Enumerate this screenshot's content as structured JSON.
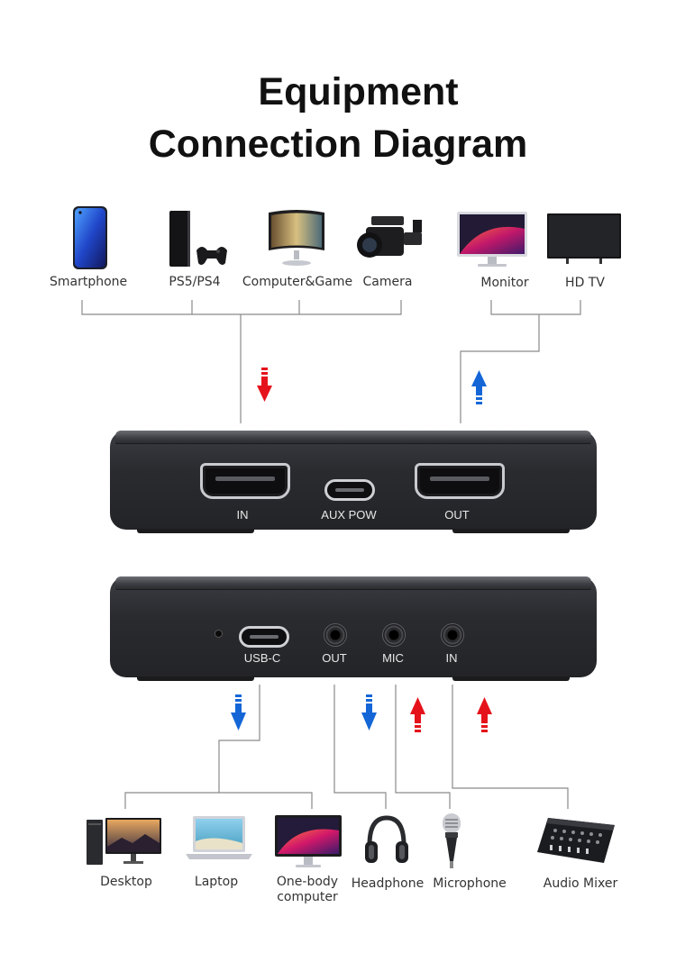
{
  "title": {
    "line1": "Equipment",
    "line2": "Connection Diagram"
  },
  "input_sources": [
    "Smartphone",
    "PS5/PS4",
    "Computer&Game",
    "Camera"
  ],
  "output_displays": [
    "Monitor",
    "HD TV"
  ],
  "device_front_ports": {
    "hdmi_in": "IN",
    "aux_power": "AUX POW",
    "hdmi_out": "OUT"
  },
  "device_back_ports": {
    "usb_c": "USB-C",
    "audio_out": "OUT",
    "mic": "MIC",
    "audio_in": "IN"
  },
  "usb_hosts": [
    "Desktop",
    "Laptop",
    "One-body computer"
  ],
  "audio_devices": [
    "Headphone",
    "Microphone",
    "Audio Mixer"
  ],
  "colors": {
    "input_arrow": "#e5121b",
    "output_arrow": "#1466d6",
    "device_body": "#2b2c30",
    "line": "#777777"
  }
}
